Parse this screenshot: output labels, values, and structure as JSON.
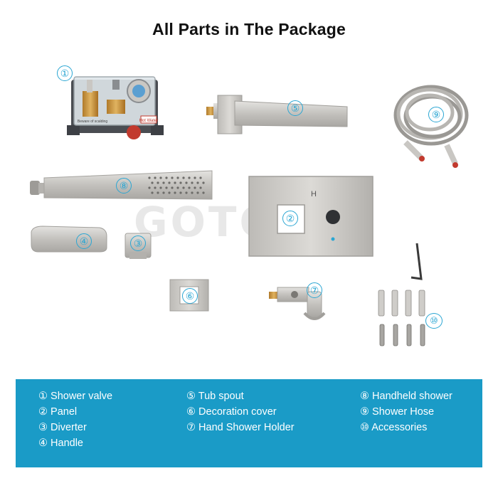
{
  "title": "All Parts in The Package",
  "watermark": "GOTO",
  "labels": {
    "n1": "①",
    "n2": "②",
    "n3": "③",
    "n4": "④",
    "n5": "⑤",
    "n6": "⑥",
    "n7": "⑦",
    "n8": "⑧",
    "n9": "⑨",
    "n10": "⑩"
  },
  "valve_labels": {
    "warning": "Beware of scalding",
    "hot": "Hot Water"
  },
  "panel_marks": {
    "hot": "H"
  },
  "legend": {
    "col1": [
      "① Shower valve",
      "② Panel",
      "③ Diverter",
      "④ Handle"
    ],
    "col2": [
      "⑤ Tub spout",
      "⑥ Decoration cover",
      "⑦ Hand Shower Holder"
    ],
    "col3": [
      "⑧ Handheld shower",
      "⑨ Shower Hose",
      "⑩ Accessories"
    ]
  },
  "colors": {
    "accent": "#2aa6d3",
    "legend_bg": "#1a9bc7",
    "metal": "#c9c7c3"
  }
}
